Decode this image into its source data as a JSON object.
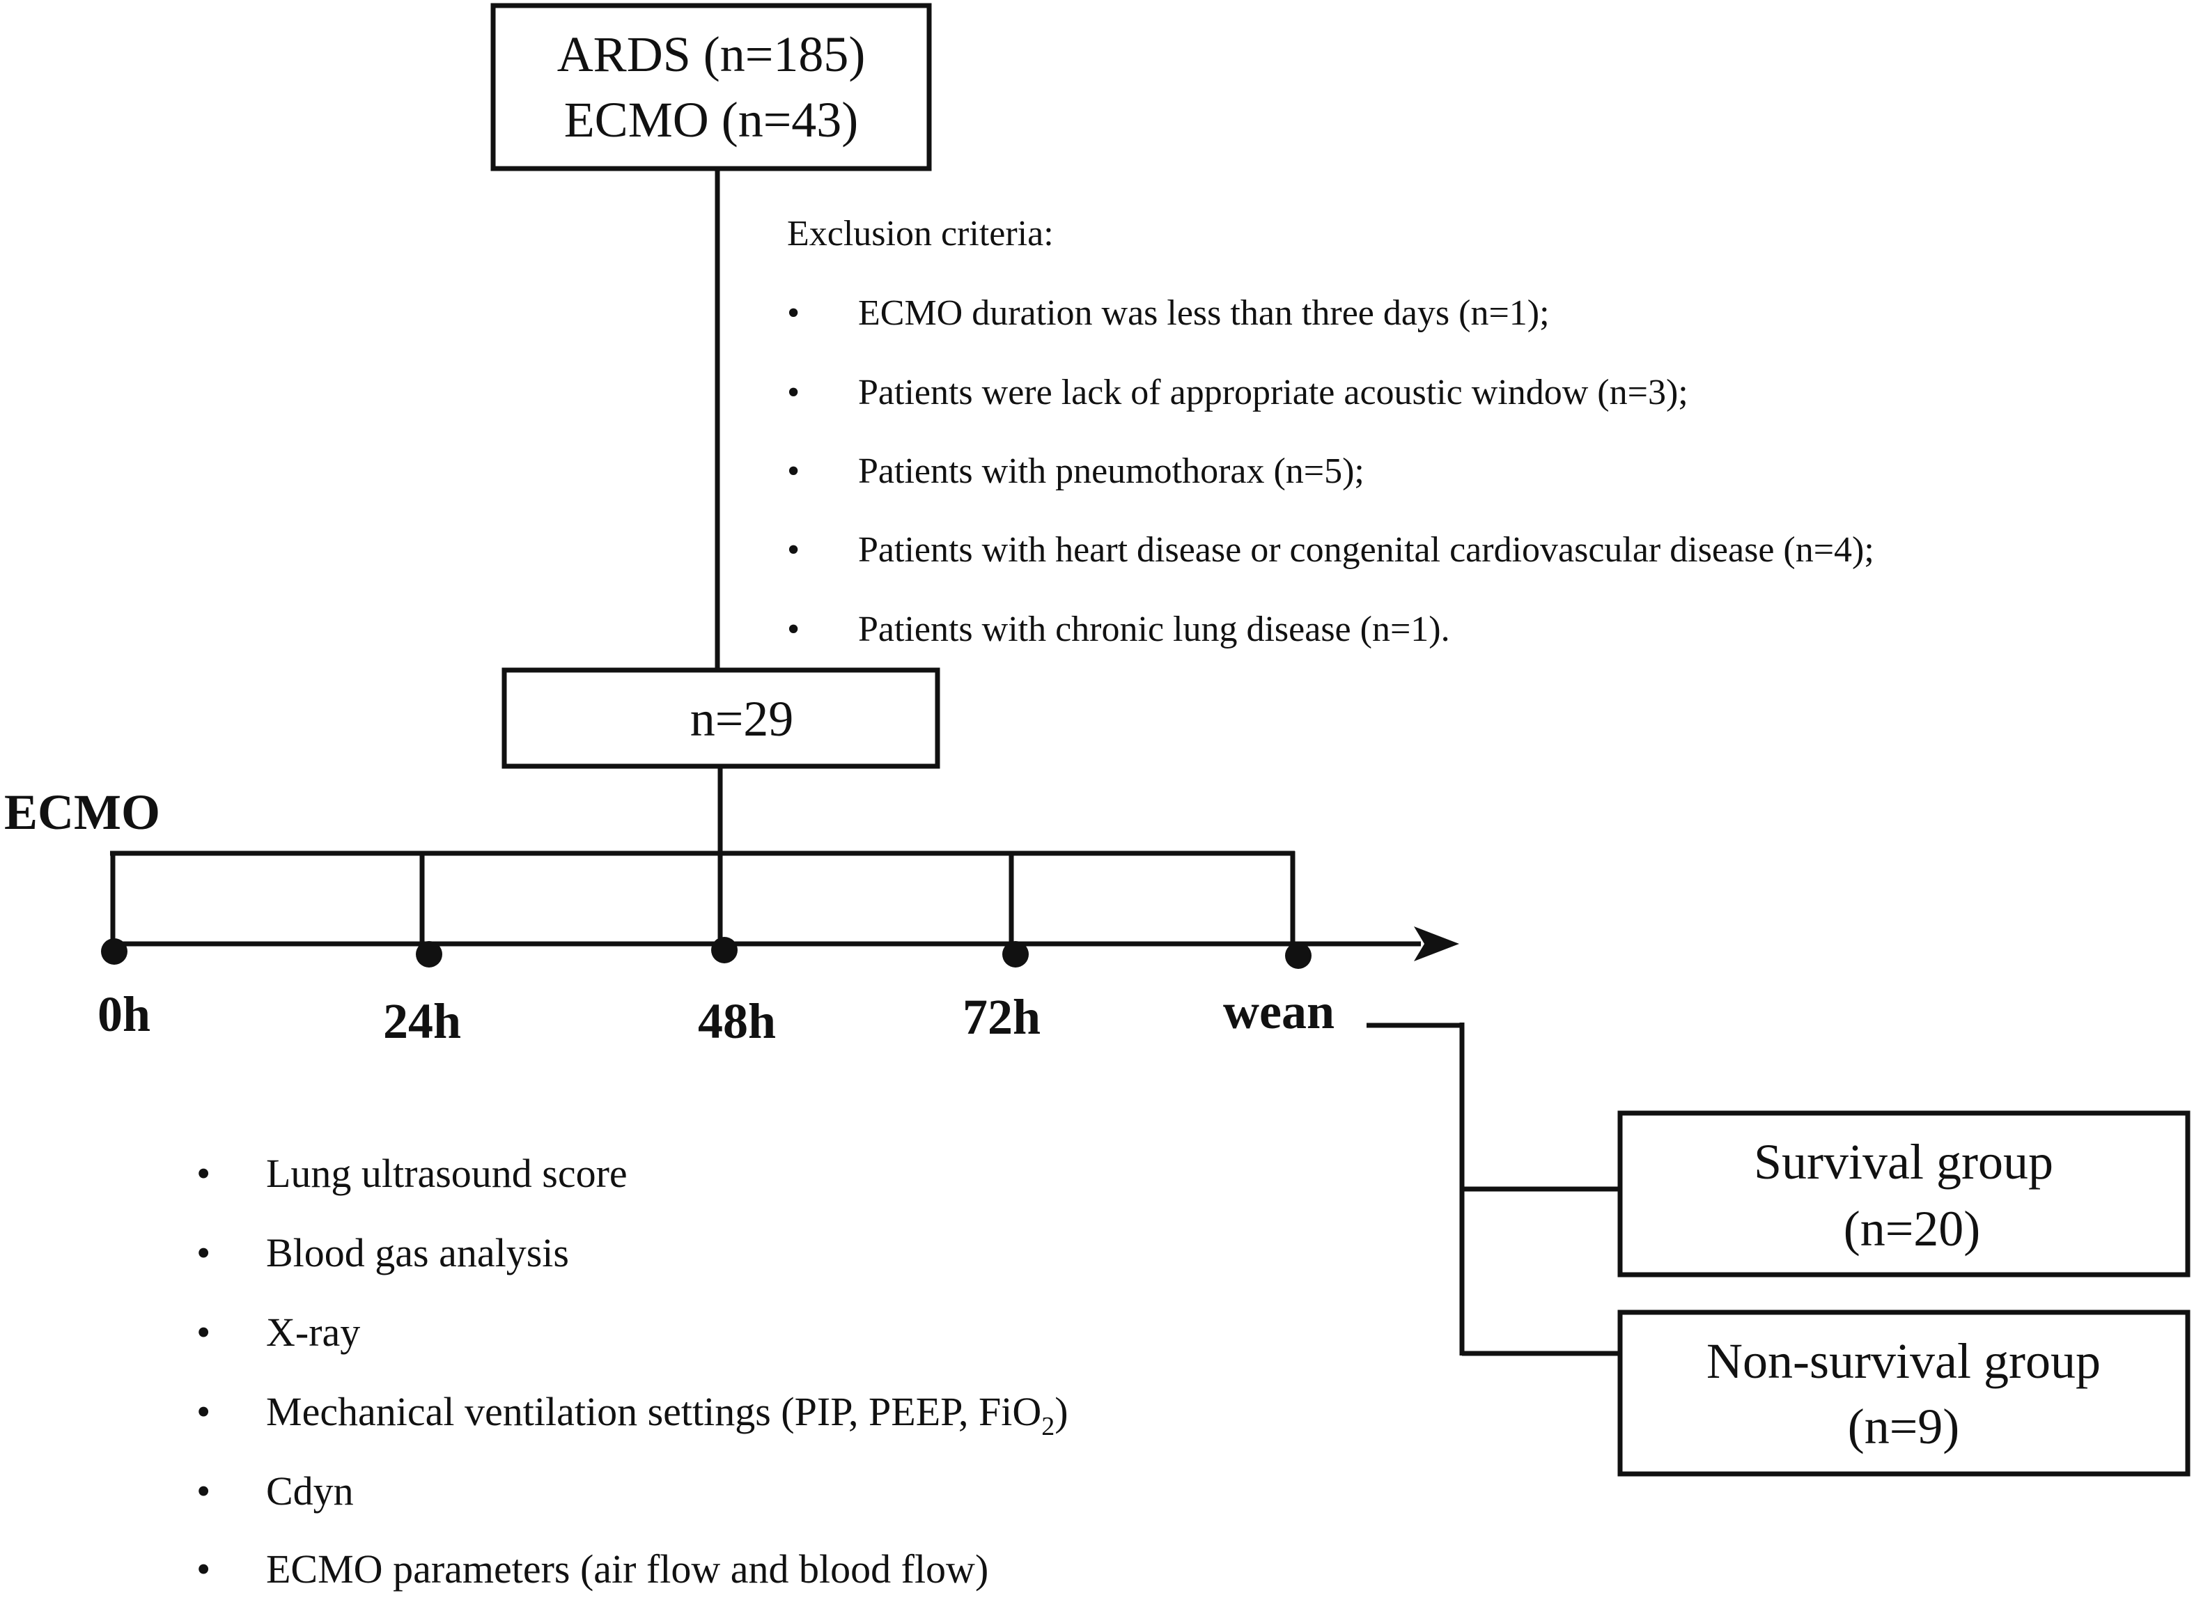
{
  "start_box": {
    "line1": "ARDS (n=185)",
    "line2": "ECMO  (n=43)"
  },
  "exclusion": {
    "heading": "Exclusion criteria:",
    "items": [
      "ECMO duration was less than three days (n=1);",
      "Patients were lack of appropriate acoustic window (n=3);",
      "Patients with pneumothorax (n=5);",
      "Patients with heart disease or congenital cardiovascular disease (n=4);",
      "Patients with chronic lung disease (n=1)."
    ]
  },
  "included_box": {
    "label": "n=29"
  },
  "timeline": {
    "label": "ECMO",
    "points": [
      "0h",
      "24h",
      "48h",
      "72h",
      "wean"
    ]
  },
  "measurements": {
    "items": [
      {
        "text": "Lung ultrasound score"
      },
      {
        "text": "Blood gas analysis"
      },
      {
        "text": "X-ray"
      },
      {
        "text": "Mechanical ventilation settings (PIP, PEEP, FiO",
        "sub": "2",
        "tail": ")"
      },
      {
        "text": "Cdyn"
      },
      {
        "text": "ECMO parameters (air flow and blood flow)"
      }
    ]
  },
  "outcomes": {
    "survival": {
      "line1": "Survival group",
      "line2": "(n=20)"
    },
    "non_survival": {
      "line1": "Non-survival group",
      "line2": "(n=9)"
    }
  },
  "bullet_glyph": "•"
}
